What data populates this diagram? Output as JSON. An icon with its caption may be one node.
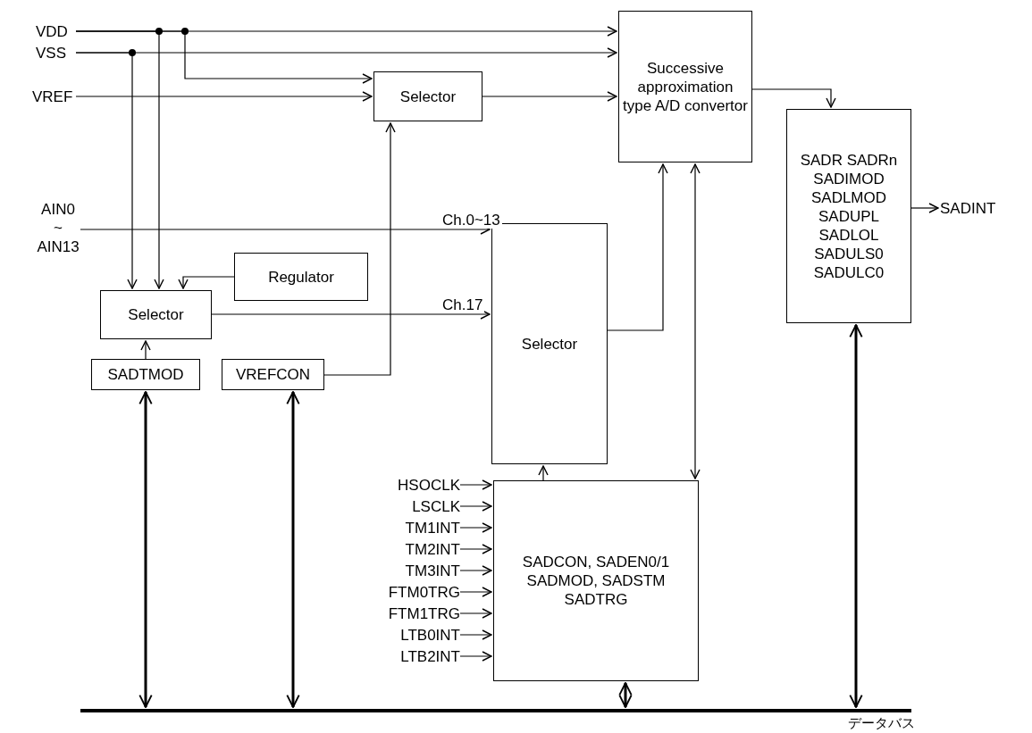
{
  "diagram": {
    "nodes": [
      {
        "text": [
          "VDD"
        ]
      },
      {
        "text": [
          "VSS"
        ]
      },
      {
        "text": [
          "VREF"
        ]
      },
      {
        "text": [
          "Selector"
        ]
      },
      {
        "text": [
          "Successive approximation type A/D convertor"
        ]
      },
      {
        "text": [
          "SADR SADRn SADIMOD SADLMOD SADUPL SADLOL SADULS0 SADULC0"
        ]
      },
      {
        "text": [
          "SADINT"
        ]
      },
      {
        "text": [
          "AIN0 ~ AIN13"
        ]
      },
      {
        "text": [
          "Regulator"
        ]
      },
      {
        "text": [
          "Selector"
        ]
      },
      {
        "text": [
          "Selector"
        ]
      },
      {
        "text": [
          "SADTMOD"
        ]
      },
      {
        "text": [
          "VREFCON"
        ]
      },
      {
        "text": [
          "HSOCLK"
        ]
      },
      {
        "text": [
          "LSCLK"
        ]
      },
      {
        "text": [
          "TM1INT"
        ]
      },
      {
        "text": [
          "TM2INT"
        ]
      },
      {
        "text": [
          "TM3INT"
        ]
      },
      {
        "text": [
          "FTM0TRG"
        ]
      },
      {
        "text": [
          "FTM1TRG"
        ]
      },
      {
        "text": [
          "LTB0INT"
        ]
      },
      {
        "text": [
          "LTB2INT"
        ]
      },
      {
        "text": [
          "SADCON, SADEN0/1 SADMOD, SADSTM SADTRG"
        ]
      },
      {
        "text": [
          "データバス"
        ]
      }
    ],
    "edges": [
      {
        "from": 0,
        "to": 4,
        "arrow": "to"
      },
      {
        "from": 0,
        "to": 3,
        "arrow": "to"
      },
      {
        "from": 0,
        "to": 9,
        "arrow": "to"
      },
      {
        "from": 1,
        "to": 4,
        "arrow": "to"
      },
      {
        "from": 1,
        "to": 9,
        "arrow": "to"
      },
      {
        "from": 2,
        "to": 3,
        "arrow": "to"
      },
      {
        "from": 3,
        "to": 4,
        "arrow": "to"
      },
      {
        "from": 4,
        "to": 5,
        "arrow": "to"
      },
      {
        "from": 5,
        "to": 6,
        "arrow": "to"
      },
      {
        "from": 7,
        "to": 10,
        "arrow": "to",
        "label": "Ch.0~13"
      },
      {
        "from": 8,
        "to": 9,
        "arrow": "to"
      },
      {
        "from": 9,
        "to": 10,
        "arrow": "to",
        "label": "Ch.17"
      },
      {
        "from": 11,
        "to": 9,
        "arrow": "to"
      },
      {
        "from": 12,
        "to": 3,
        "arrow": "to"
      },
      {
        "from": 10,
        "to": 4,
        "arrow": "to"
      },
      {
        "from": 4,
        "to": 22,
        "arrow": "both"
      },
      {
        "from": 22,
        "to": 10,
        "arrow": "to"
      },
      {
        "from": 13,
        "to": 22,
        "arrow": "to"
      },
      {
        "from": 14,
        "to": 22,
        "arrow": "to"
      },
      {
        "from": 15,
        "to": 22,
        "arrow": "to"
      },
      {
        "from": 16,
        "to": 22,
        "arrow": "to"
      },
      {
        "from": 17,
        "to": 22,
        "arrow": "to"
      },
      {
        "from": 18,
        "to": 22,
        "arrow": "to"
      },
      {
        "from": 19,
        "to": 22,
        "arrow": "to"
      },
      {
        "from": 20,
        "to": 22,
        "arrow": "to"
      },
      {
        "from": 21,
        "to": 22,
        "arrow": "to"
      },
      {
        "from": 11,
        "to": 23,
        "arrow": "both",
        "style": "thick"
      },
      {
        "from": 12,
        "to": 23,
        "arrow": "both",
        "style": "thick"
      },
      {
        "from": 22,
        "to": 23,
        "arrow": "both",
        "style": "thick"
      },
      {
        "from": 5,
        "to": 23,
        "arrow": "both",
        "style": "thick"
      }
    ]
  }
}
